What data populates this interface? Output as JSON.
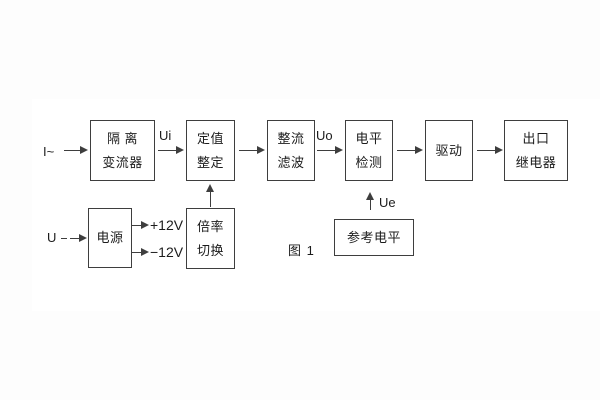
{
  "figure": {
    "caption": "图 1"
  },
  "colors": {
    "background": "#fdfdfd",
    "line": "#3e3e3e",
    "text": "#1c1c1c"
  },
  "inputs": {
    "current_input": "I~",
    "voltage_input": "U"
  },
  "signal_labels": {
    "ui": "Ui",
    "uo": "Uo",
    "ue": "Ue",
    "rail_pos": "+12V",
    "rail_neg": "−12V"
  },
  "blocks": {
    "isolation_transformer": {
      "line1": "隔 离",
      "line2": "变流器"
    },
    "setting": {
      "line1": "定值",
      "line2": "整定"
    },
    "rectify_filter": {
      "line1": "整流",
      "line2": "滤波"
    },
    "level_detect": {
      "line1": "电平",
      "line2": "检测"
    },
    "drive": {
      "label": "驱动"
    },
    "output_relay": {
      "line1": "出口",
      "line2": "继电器"
    },
    "power": {
      "label": "电源"
    },
    "ratio_switch": {
      "line1": "倍率",
      "line2": "切换"
    },
    "reference_level": {
      "label": "参考电平"
    }
  }
}
